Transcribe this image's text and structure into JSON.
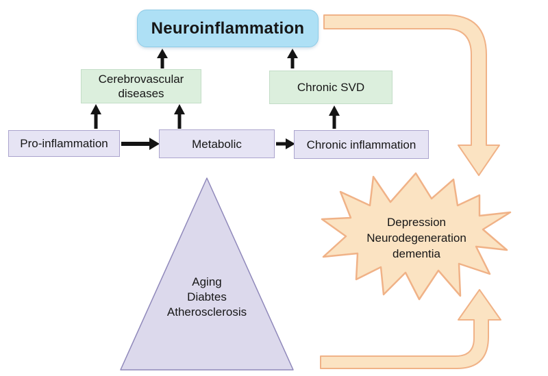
{
  "diagram": {
    "boxes": {
      "neuroinflammation": "Neuroinflammation",
      "cerebrovascular": "Cerebrovascular diseases",
      "chronic_svd": "Chronic SVD",
      "pro_inflammation": "Pro-inflammation",
      "metabolic": "Metabolic",
      "chronic_inflammation": "Chronic inflammation"
    },
    "triangle": {
      "lines": [
        "Aging",
        "Diabtes",
        "Atherosclerosis"
      ]
    },
    "starburst": {
      "lines": [
        "Depression",
        "Neurodegeneration",
        "dementia"
      ]
    },
    "colors": {
      "blue_box": "#aee0f5",
      "green_box": "#dcefdd",
      "purple_box": "#e6e4f4",
      "triangle_fill": "#dcd9ec",
      "orange_fill": "#fbe3c2",
      "orange_border": "#f0b287",
      "arrow_black": "#141414"
    }
  }
}
